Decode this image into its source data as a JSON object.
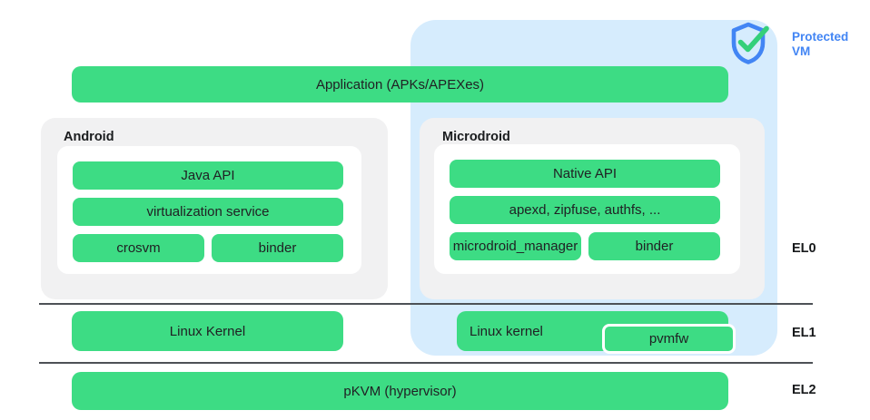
{
  "colors": {
    "green": "#3ddc84",
    "protected_bg": "#d6ecfd",
    "group_bg": "#f1f1f2",
    "inner_bg": "#ffffff",
    "line": "#4d5156",
    "accent_blue": "#4285f4",
    "text_dark": "#202124"
  },
  "protected_vm": {
    "label": "Protected VM",
    "icon": "shield-check-icon"
  },
  "application": {
    "label": "Application (APKs/APEXes)"
  },
  "android": {
    "title": "Android",
    "bar1": "Java API",
    "bar2": "virtualization service",
    "bar3a": "crosvm",
    "bar3b": "binder",
    "kernel": "Linux Kernel"
  },
  "microdroid": {
    "title": "Microdroid",
    "bar1": "Native API",
    "bar2": "apexd, zipfuse, authfs, ...",
    "bar3a": "microdroid_manager",
    "bar3b": "binder",
    "kernel": "Linux kernel",
    "pvmfw": "pvmfw"
  },
  "hypervisor": {
    "label": "pKVM (hypervisor)"
  },
  "el_labels": {
    "el0": "EL0",
    "el1": "EL1",
    "el2": "EL2"
  }
}
